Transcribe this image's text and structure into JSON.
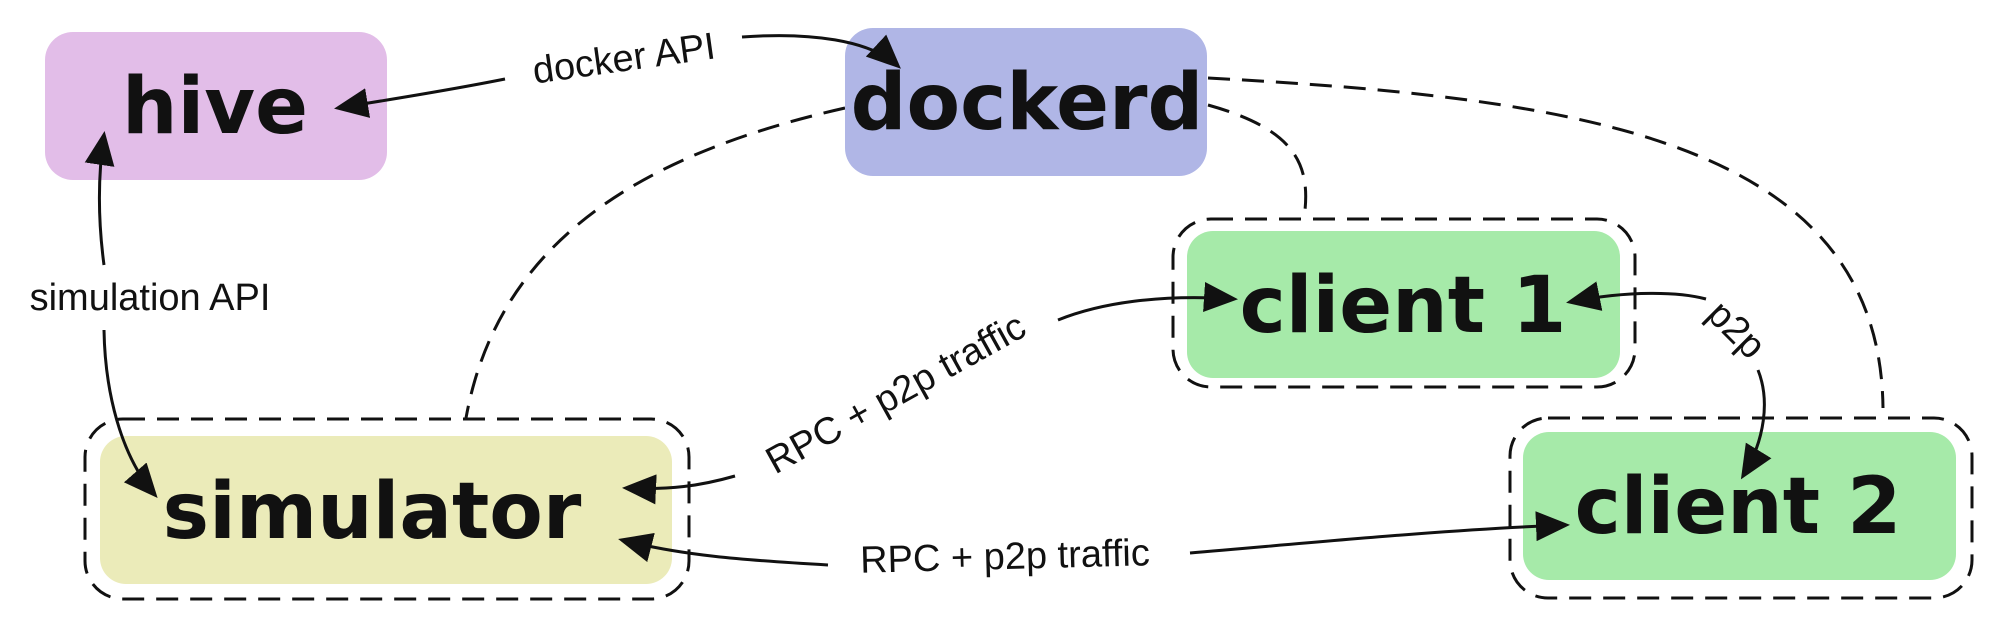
{
  "colors": {
    "hive": "#e2bde8",
    "dockerd": "#b0b6e6",
    "client": "#a6eaa9",
    "simulator": "#ebebb9",
    "line": "#111111"
  },
  "nodes": {
    "hive": "hive",
    "dockerd": "dockerd",
    "client1": "client 1",
    "client2": "client 2",
    "simulator": "simulator"
  },
  "edges": {
    "docker_api": "docker API",
    "simulation_api": "simulation API",
    "rpc_p2p_client1": "RPC + p2p traffic",
    "rpc_p2p_client2": "RPC + p2p traffic",
    "p2p": "p2p"
  }
}
